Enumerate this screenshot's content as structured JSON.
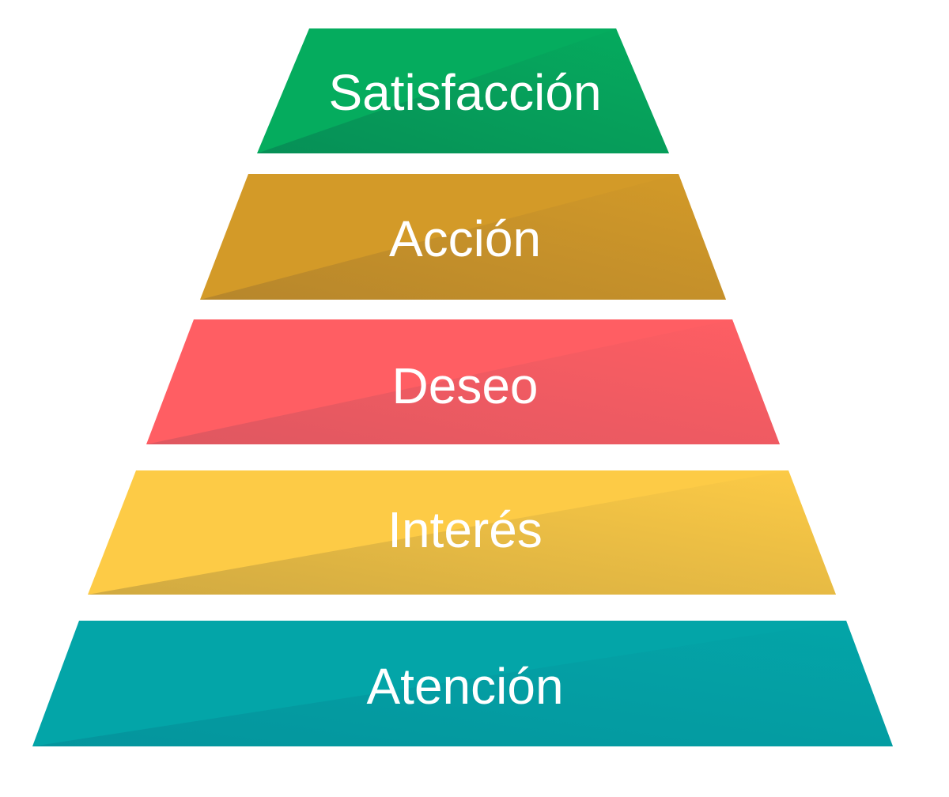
{
  "diagram": {
    "type": "pyramid",
    "tiers": [
      {
        "label": "Satisfacción",
        "color": "#05AC5E",
        "shade": "#078A55"
      },
      {
        "label": "Acción",
        "color": "#D39A28",
        "shade": "#B2832C"
      },
      {
        "label": "Deseo",
        "color": "#FF5E63",
        "shade": "#D95660"
      },
      {
        "label": "Interés",
        "color": "#FDCB46",
        "shade": "#C9A440"
      },
      {
        "label": "Atención",
        "color": "#03A5A8",
        "shade": "#05929B"
      }
    ]
  }
}
